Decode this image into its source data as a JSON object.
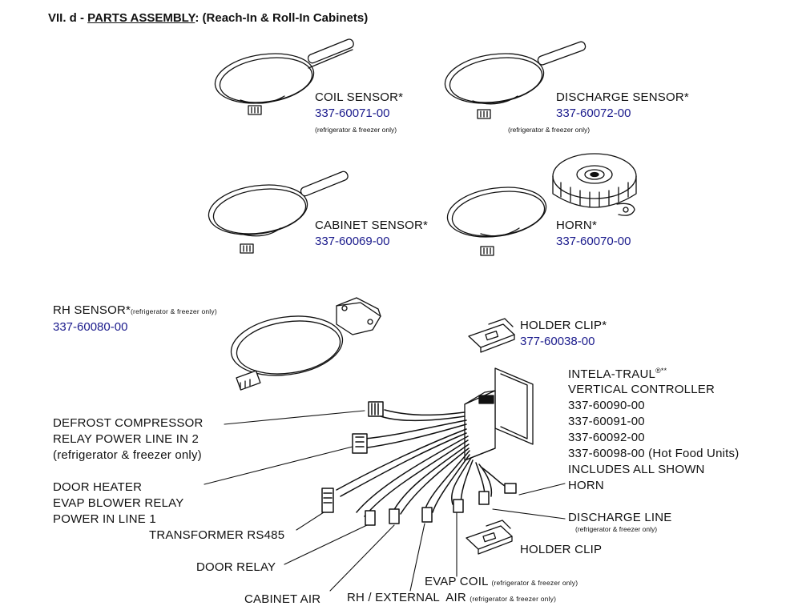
{
  "header": {
    "section": "VII. d - ",
    "title": "PARTS ASSEMBLY",
    "subtitle": ": (Reach-In & Roll-In Cabinets)"
  },
  "parts": {
    "coil_sensor": {
      "label": "COIL SENSOR*",
      "part_number": "337-60071-00",
      "note": "(refrigerator & freezer only)"
    },
    "discharge_sensor": {
      "label": "DISCHARGE SENSOR*",
      "part_number": "337-60072-00",
      "note": "(refrigerator & freezer only)"
    },
    "cabinet_sensor": {
      "label": "CABINET SENSOR*",
      "part_number": "337-60069-00"
    },
    "horn": {
      "label": "HORN*",
      "part_number": "337-60070-00"
    },
    "rh_sensor": {
      "label": "RH SENSOR*",
      "note": "(refrigerator & freezer only)",
      "part_number": "337-60080-00"
    },
    "holder_clip": {
      "label": "HOLDER CLIP*",
      "part_number": "377-60038-00"
    },
    "controller": {
      "brand": "INTELA-TRAUL",
      "brand_mark": "®**",
      "line2": "VERTICAL CONTROLLER",
      "part_numbers": [
        "337-60090-00",
        "337-60091-00",
        "337-60092-00",
        "337-60098-00 (Hot Food Units)"
      ],
      "includes": "INCLUDES ALL SHOWN"
    }
  },
  "callouts": {
    "defrost": [
      "DEFROST COMPRESSOR",
      "RELAY POWER LINE IN 2",
      "(refrigerator & freezer only)"
    ],
    "door_heater": [
      "DOOR HEATER",
      "EVAP BLOWER RELAY",
      "POWER IN LINE 1"
    ],
    "transformer": "TRANSFORMER RS485",
    "door_relay": "DOOR RELAY",
    "cabinet_air": "CABINET AIR",
    "rh_external": "RH / EXTERNAL  AIR",
    "rh_external_note": "(refrigerator & freezer only)",
    "evap_coil": "EVAP COIL",
    "evap_coil_note": "(refrigerator & freezer only)",
    "horn": "HORN",
    "discharge_line": "DISCHARGE LINE",
    "discharge_line_note": "(refrigerator & freezer only)",
    "holder_clip": "HOLDER CLIP"
  }
}
